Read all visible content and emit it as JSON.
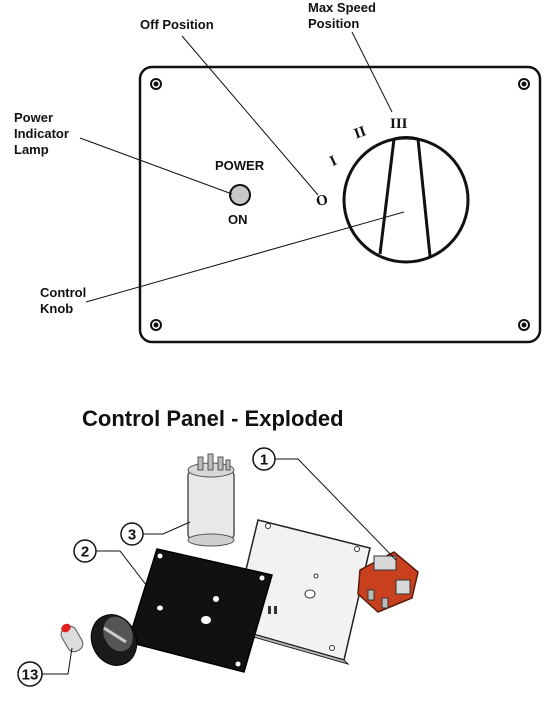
{
  "top_diagram": {
    "labels": {
      "off_position": "Off Position",
      "max_speed_line1": "Max Speed",
      "max_speed_line2": "Position",
      "power_indicator_line1": "Power",
      "power_indicator_line2": "Indicator",
      "power_indicator_line3": "Lamp",
      "control_knob_line1": "Control",
      "control_knob_line2": "Knob"
    },
    "panel_text": {
      "power": "POWER",
      "on": "ON",
      "speed_off": "O",
      "speed_1": "I",
      "speed_2": "II",
      "speed_3": "III"
    }
  },
  "bottom_diagram": {
    "title": "Control Panel - Exploded",
    "callouts": [
      "1",
      "2",
      "3",
      "13"
    ]
  },
  "colors": {
    "lamp": "#c8c8c8",
    "switch_body": "#c8401e",
    "indicator_tip": "#e02020",
    "panel_black": "#111111",
    "backplate": "#f2f2f2"
  }
}
